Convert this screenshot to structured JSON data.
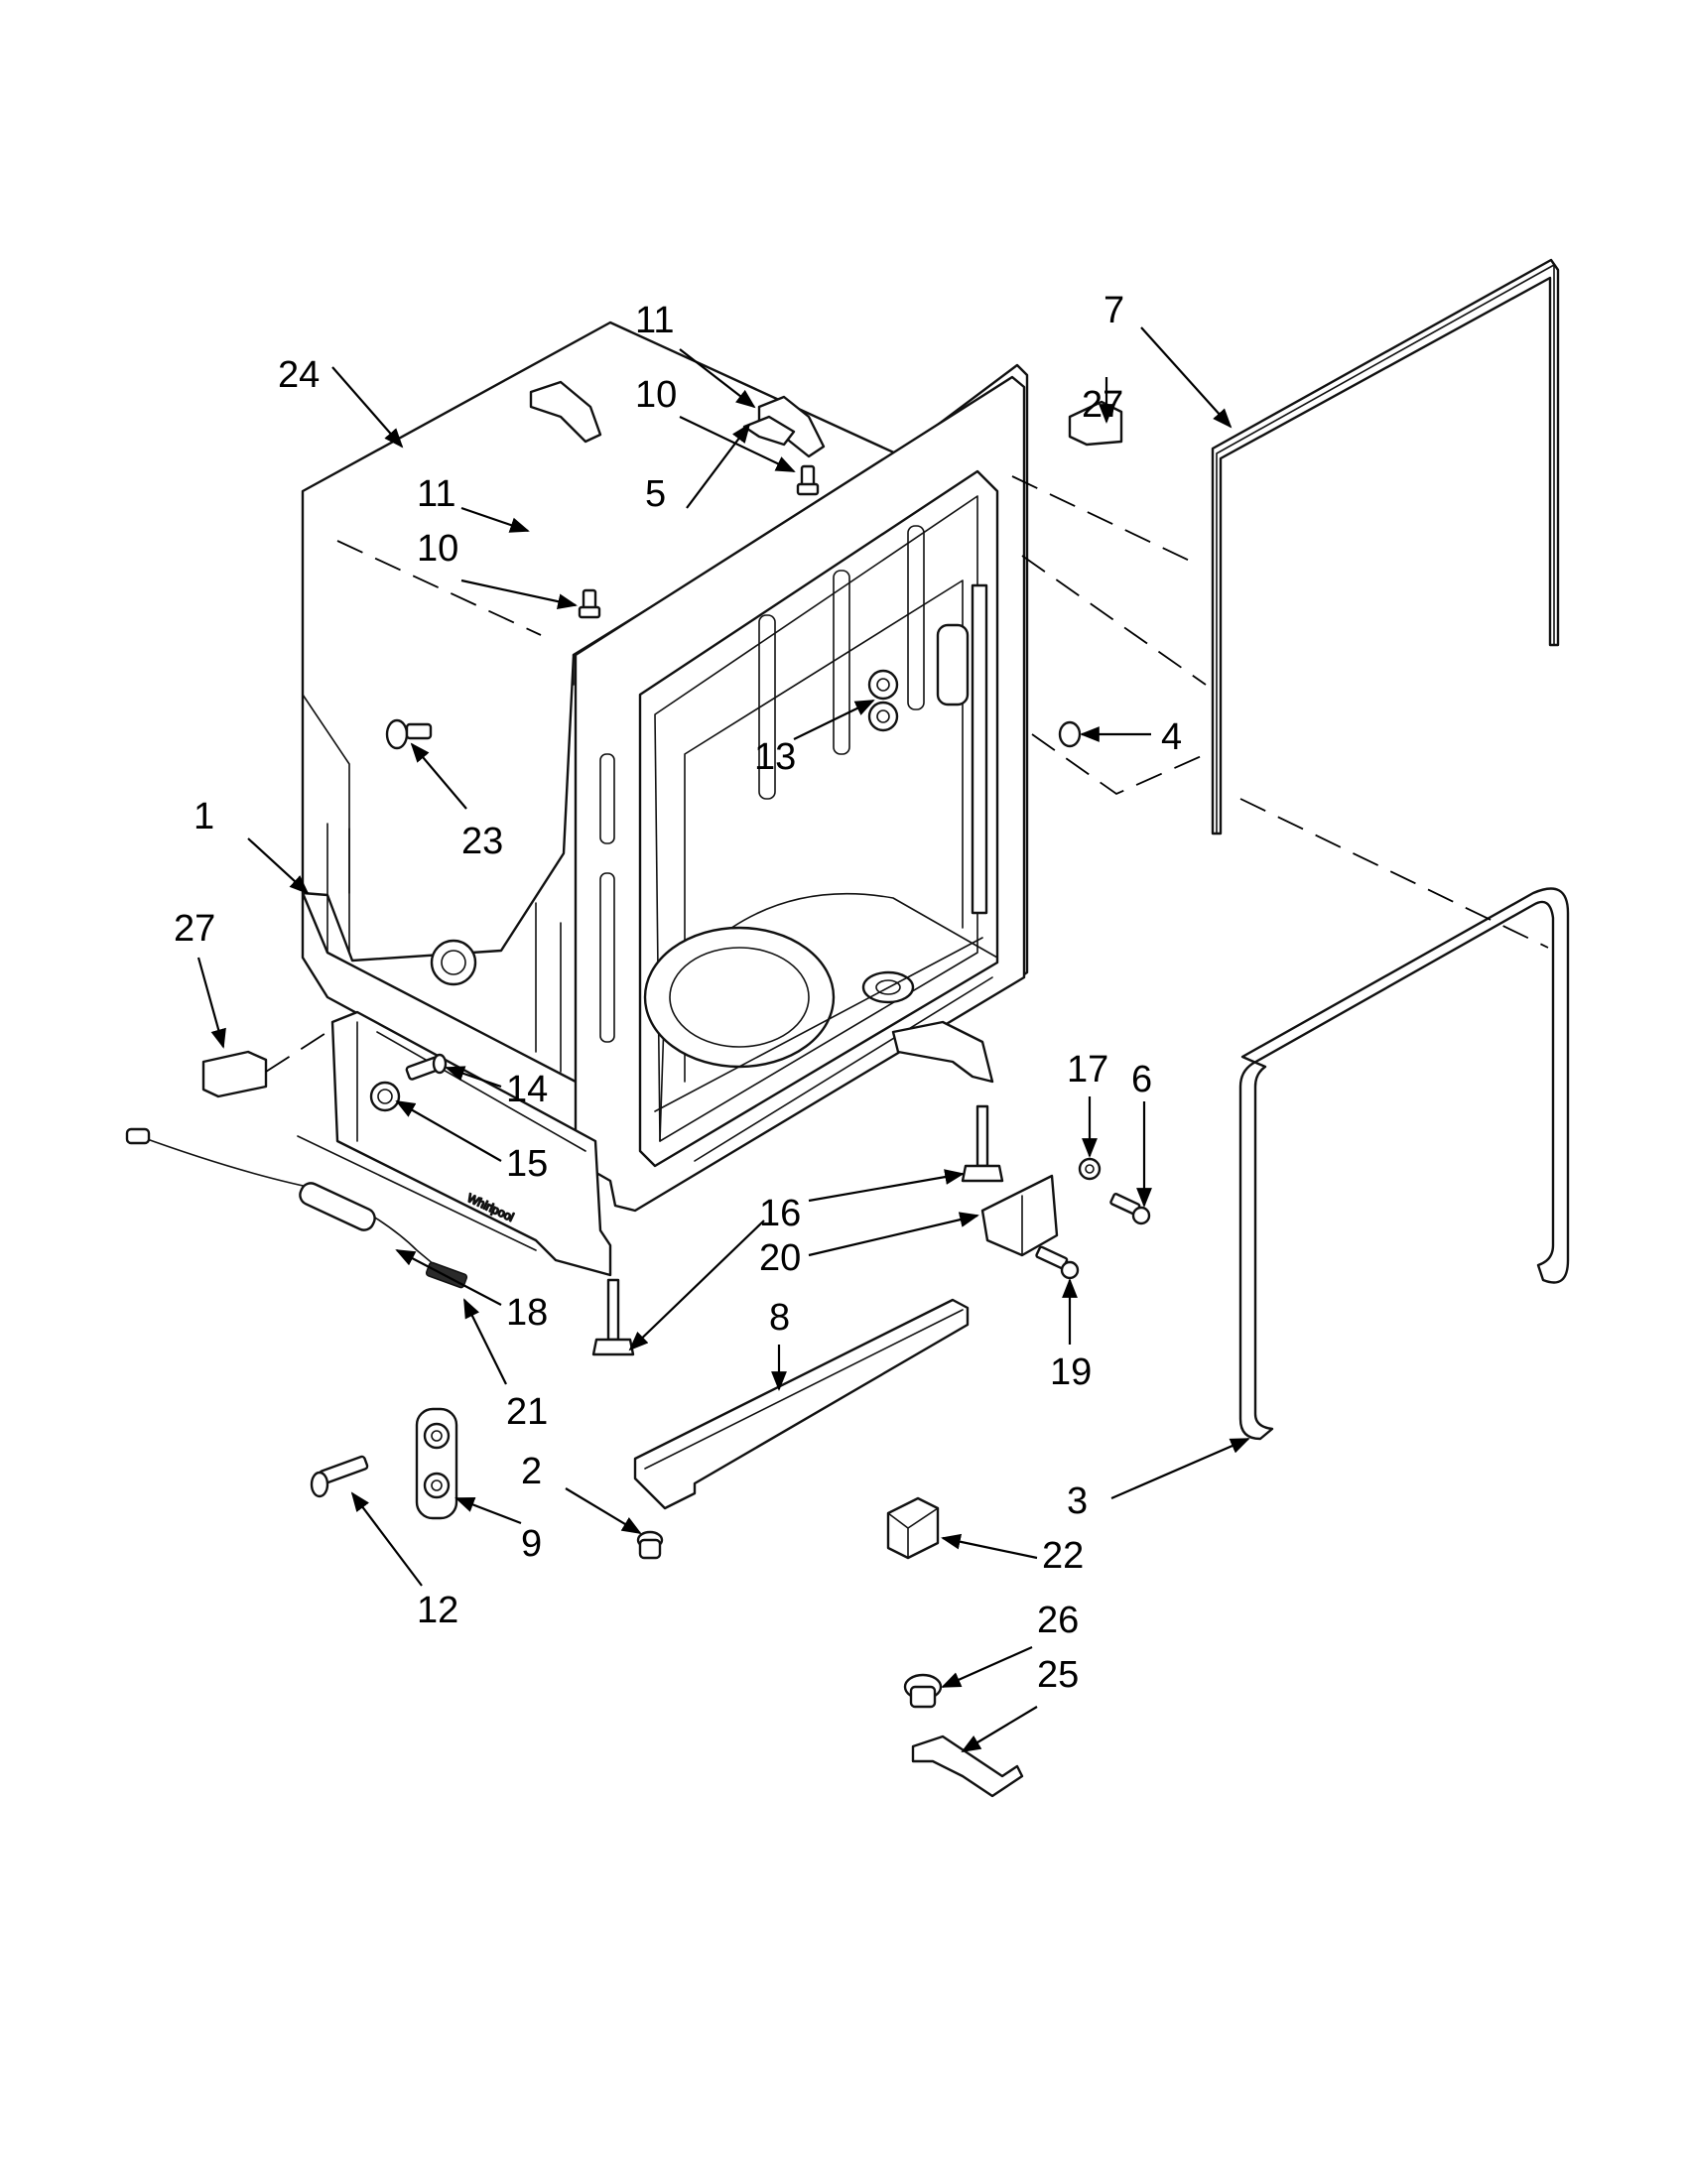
{
  "callouts": [
    {
      "id": "c7",
      "label": "7"
    },
    {
      "id": "c27a",
      "label": "27"
    },
    {
      "id": "c11a",
      "label": "11"
    },
    {
      "id": "c10a",
      "label": "10"
    },
    {
      "id": "c24",
      "label": "24"
    },
    {
      "id": "c5",
      "label": "5"
    },
    {
      "id": "c11b",
      "label": "11"
    },
    {
      "id": "c10b",
      "label": "10"
    },
    {
      "id": "c13",
      "label": "13"
    },
    {
      "id": "c4",
      "label": "4"
    },
    {
      "id": "c23",
      "label": "23"
    },
    {
      "id": "c1",
      "label": "1"
    },
    {
      "id": "c27b",
      "label": "27"
    },
    {
      "id": "c14",
      "label": "14"
    },
    {
      "id": "c15",
      "label": "15"
    },
    {
      "id": "c17",
      "label": "17"
    },
    {
      "id": "c6",
      "label": "6"
    },
    {
      "id": "c16",
      "label": "16"
    },
    {
      "id": "c20",
      "label": "20"
    },
    {
      "id": "c18",
      "label": "18"
    },
    {
      "id": "c8",
      "label": "8"
    },
    {
      "id": "c19",
      "label": "19"
    },
    {
      "id": "c21",
      "label": "21"
    },
    {
      "id": "c2",
      "label": "2"
    },
    {
      "id": "c9",
      "label": "9"
    },
    {
      "id": "c3",
      "label": "3"
    },
    {
      "id": "c22",
      "label": "22"
    },
    {
      "id": "c12",
      "label": "12"
    },
    {
      "id": "c26",
      "label": "26"
    },
    {
      "id": "c25",
      "label": "25"
    }
  ]
}
